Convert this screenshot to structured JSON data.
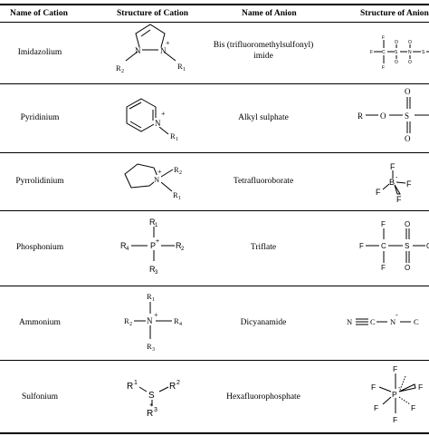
{
  "table": {
    "headers": {
      "name_of_cation": "Name of Cation",
      "structure_of_cation": "Structure of Cation",
      "name_of_anion": "Name of Anion",
      "structure_of_anion": "Structure of Anion"
    },
    "rows": [
      {
        "cation": "Imidazolium",
        "anion": "Bis (trifluoromethylsulfonyl) imide",
        "cation_labels": {
          "n1": "N",
          "n2": "N",
          "plus": "+",
          "r1": "R",
          "r1_sub": "1",
          "r2": "R",
          "r2_sub": "2"
        },
        "anion_labels": {
          "f": "F",
          "c": "C",
          "s": "S",
          "o": "O",
          "n": "N"
        }
      },
      {
        "cation": "Pyridinium",
        "anion": "Alkyl sulphate",
        "cation_labels": {
          "n": "N",
          "plus": "+",
          "r": "R",
          "r_sub": "1"
        },
        "anion_labels": {
          "r": "R",
          "o": "O",
          "s": "S"
        }
      },
      {
        "cation": "Pyrrolidinium",
        "anion": "Tetrafluoroborate",
        "cation_labels": {
          "n": "N",
          "plus": "+",
          "r1": "R",
          "r1_sub": "1",
          "r2": "R",
          "r2_sub": "2"
        },
        "anion_labels": {
          "f": "F",
          "b": "B",
          "minus": "-"
        }
      },
      {
        "cation": "Phosphonium",
        "anion": "Triflate",
        "cation_labels": {
          "p": "P",
          "plus": "+",
          "r": "R",
          "s1": "1",
          "s2": "2",
          "s3": "3",
          "s4": "4"
        },
        "anion_labels": {
          "f": "F",
          "c": "C",
          "s": "S",
          "o": "O"
        }
      },
      {
        "cation": "Ammonium",
        "anion": "Dicyanamide",
        "cation_labels": {
          "n": "N",
          "plus": "+",
          "r": "R",
          "s1": "1",
          "s2": "2",
          "s3": "3",
          "s4": "4"
        },
        "anion_labels": {
          "n": "N",
          "c": "C",
          "minus": "-"
        }
      },
      {
        "cation": "Sulfonium",
        "anion": "Hexafluorophosphate",
        "cation_labels": {
          "s": "S",
          "plus": "+",
          "r": "R",
          "s1": "1",
          "s2": "2",
          "s3": "3"
        },
        "anion_labels": {
          "f": "F",
          "p": "P",
          "minus": "-"
        }
      }
    ]
  }
}
